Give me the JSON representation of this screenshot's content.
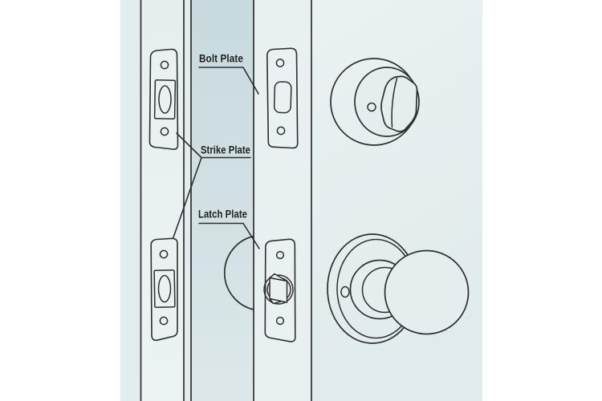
{
  "diagram": {
    "labels": {
      "bolt_plate": "Bolt Plate",
      "strike_plate": "Strike Plate",
      "latch_plate": "Latch Plate"
    },
    "colors": {
      "background": "#ffffff",
      "panel_light": "#e9f1f2",
      "panel_mid": "#e4eeef",
      "panel_door": "#e5eeef",
      "gap_strip_dark": "#c8dade",
      "gap_strip_light": "#dde8ea",
      "line": "#2e2e2e",
      "label_text": "#1e1e1e"
    }
  }
}
